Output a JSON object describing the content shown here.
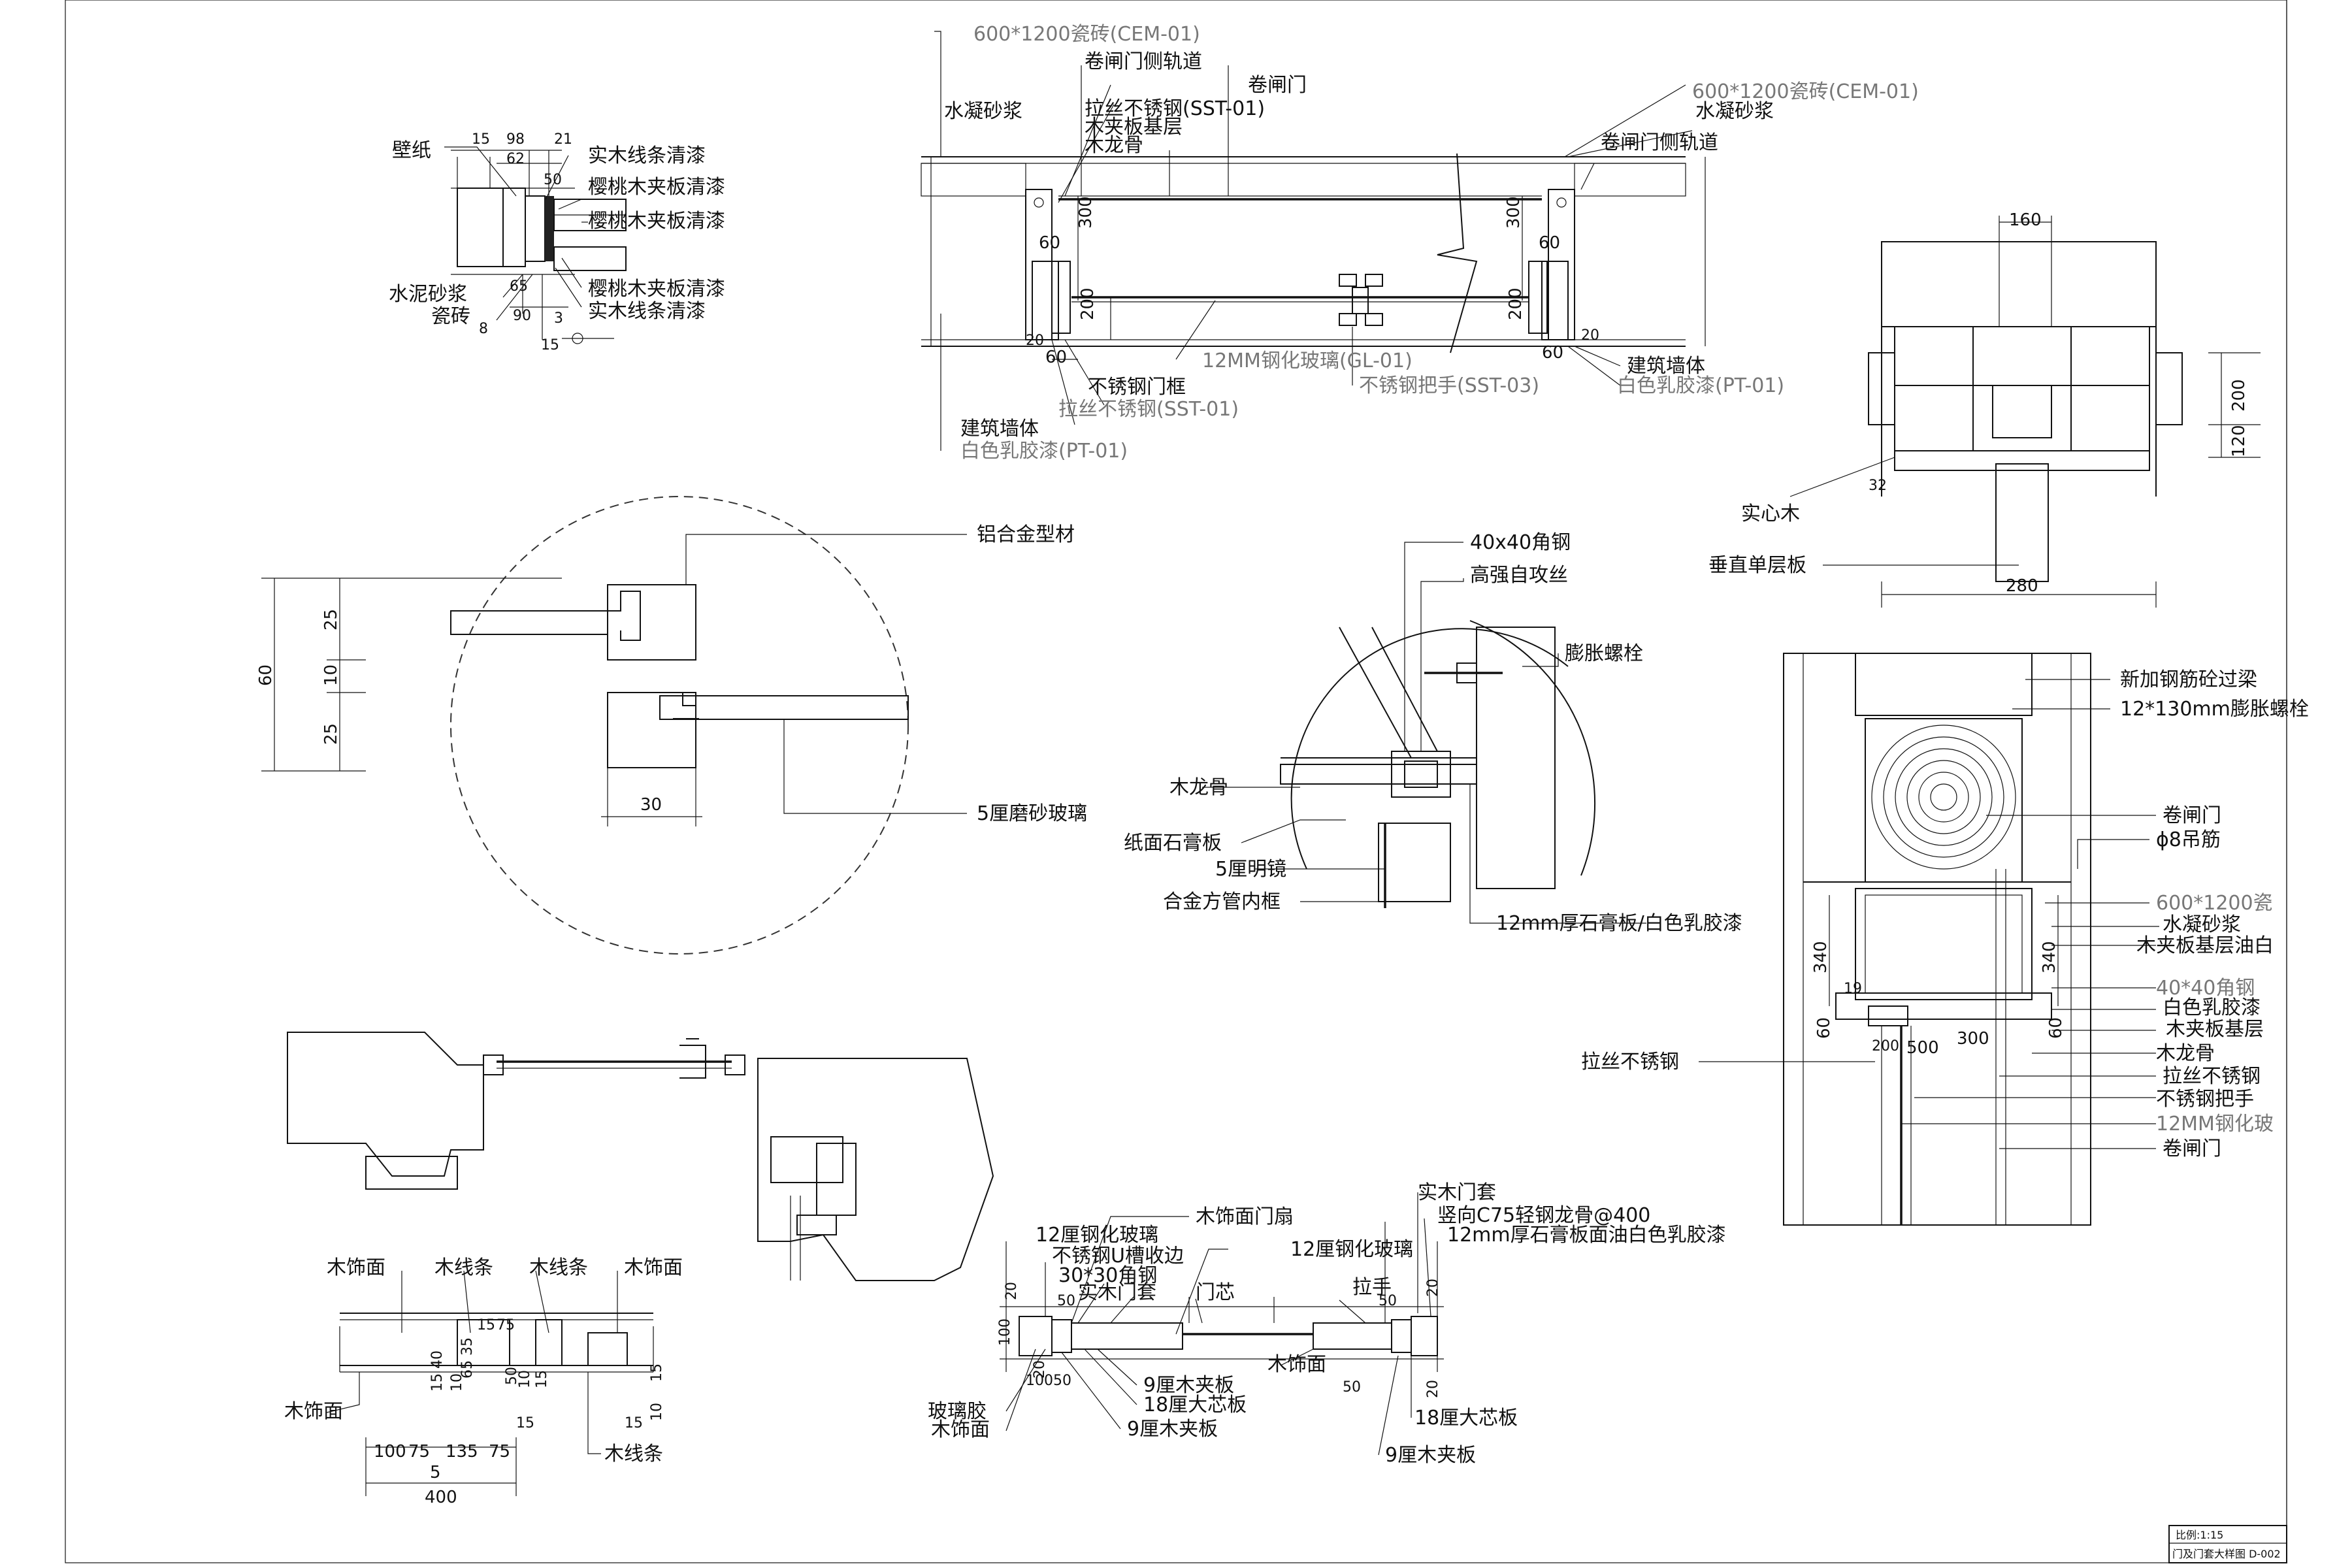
{
  "door_section_top": {
    "labels": [
      "600*1200瓷砖(CEM-01)",
      "卷闸门侧轨道",
      "卷闸门",
      "水凝砂浆",
      "拉丝不锈钢(SST-01)",
      "木夹板基层",
      "木龙骨",
      "600*1200瓷砖(CEM-01)",
      "水凝砂浆",
      "卷闸门侧轨道",
      "12MM钢化玻璃(GL-01)",
      "不锈钢把手(SST-03)",
      "不锈钢门框",
      "拉丝不锈钢(SST-01)",
      "建筑墙体",
      "白色乳胶漆(PT-01)",
      "建筑墙体",
      "白色乳胶漆(PT-01)"
    ],
    "dims": [
      "300",
      "300",
      "60",
      "60",
      "200",
      "200",
      "20",
      "60",
      "20",
      "60"
    ]
  },
  "skirting_detail": {
    "labels": [
      "壁纸",
      "实木线条清漆",
      "樱桃木夹板清漆",
      "樱桃木夹板清漆",
      "水泥砂浆",
      "瓷砖",
      "樱桃木夹板清漆",
      "实木线条清漆"
    ],
    "dims": [
      "15",
      "98",
      "21",
      "62",
      "50",
      "65",
      "90",
      "3",
      "8",
      "15"
    ]
  },
  "glass_partition_detail": {
    "labels": [
      "铝合金型材",
      "5厘磨砂玻璃"
    ],
    "dims": [
      "60",
      "25",
      "10",
      "25",
      "30"
    ]
  },
  "mirror_ceiling_detail": {
    "labels": [
      "40x40角钢",
      "高强自攻丝",
      "膨胀螺栓",
      "木龙骨",
      "纸面石膏板",
      "5厘明镜",
      "合金方管内框",
      "12mm厚石膏板/白色乳胶漆"
    ]
  },
  "door_head_plan": {
    "labels": [
      "实心木",
      "垂直单层板"
    ],
    "dims": [
      "160",
      "200",
      "120",
      "32",
      "280"
    ]
  },
  "rolling_door_section": {
    "labels": [
      "新加钢筋砼过梁",
      "12*130mm膨胀螺栓",
      "卷闸门",
      "ϕ8吊筋",
      "600*1200瓷",
      "水凝砂浆",
      "木夹板基层油白",
      "40*40角钢",
      "白色乳胶漆",
      "木夹板基层",
      "木龙骨",
      "拉丝不锈钢",
      "不锈钢把手",
      "12MM钢化玻",
      "卷闸门",
      "拉丝不锈钢"
    ],
    "dims": [
      "340",
      "340",
      "19",
      "60",
      "60",
      "200",
      "500",
      "300"
    ]
  },
  "wood_joint_detail": {
    "labels": [
      "木饰面",
      "木线条",
      "木线条",
      "木饰面",
      "木饰面",
      "木线条"
    ],
    "dims": [
      "15",
      "75",
      "35",
      "65",
      "15",
      "40",
      "10",
      "50",
      "10",
      "15",
      "15",
      "15",
      "15",
      "10",
      "100",
      "75",
      "135",
      "75",
      "5",
      "400"
    ]
  },
  "glass_door_plan": {
    "labels": [
      "木饰面门扇",
      "实木门套",
      "12厘钢化玻璃",
      "竖向C75轻钢龙骨@400",
      "不锈钢U槽收边",
      "12厘钢化玻璃",
      "12mm厚石膏板面油白色乳胶漆",
      "30*30角钢",
      "实木门套",
      "门芯",
      "拉手",
      "木饰面",
      "9厘木夹板",
      "18厘大芯板",
      "玻璃胶",
      "木饰面",
      "9厘木夹板",
      "18厘大芯板",
      "9厘木夹板"
    ],
    "dims": [
      "20",
      "50",
      "100",
      "20",
      "100",
      "50",
      "50",
      "20",
      "50",
      "20"
    ]
  },
  "title_block": {
    "scale": "比例:1:15",
    "drawing_title": "门及门套大样图 D-002"
  }
}
